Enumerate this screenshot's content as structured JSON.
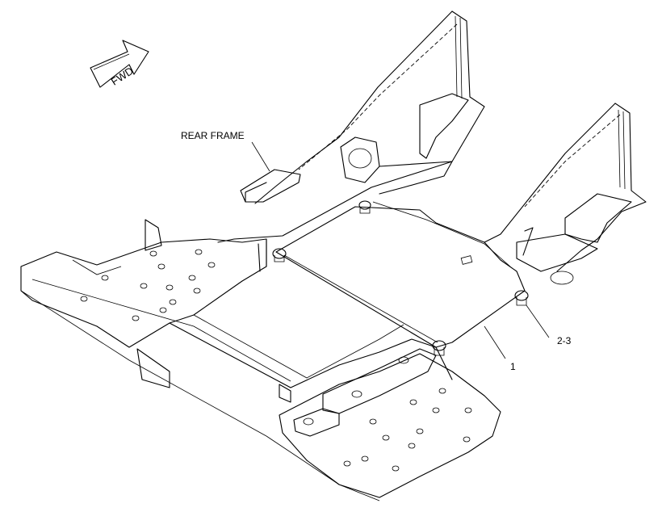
{
  "orientation": {
    "arrow_text": "FWD"
  },
  "labels": {
    "rear_frame": "REAR FRAME",
    "part_1": "1",
    "part_2_3": "2-3"
  },
  "colors": {
    "line": "#000000",
    "background": "#ffffff"
  }
}
